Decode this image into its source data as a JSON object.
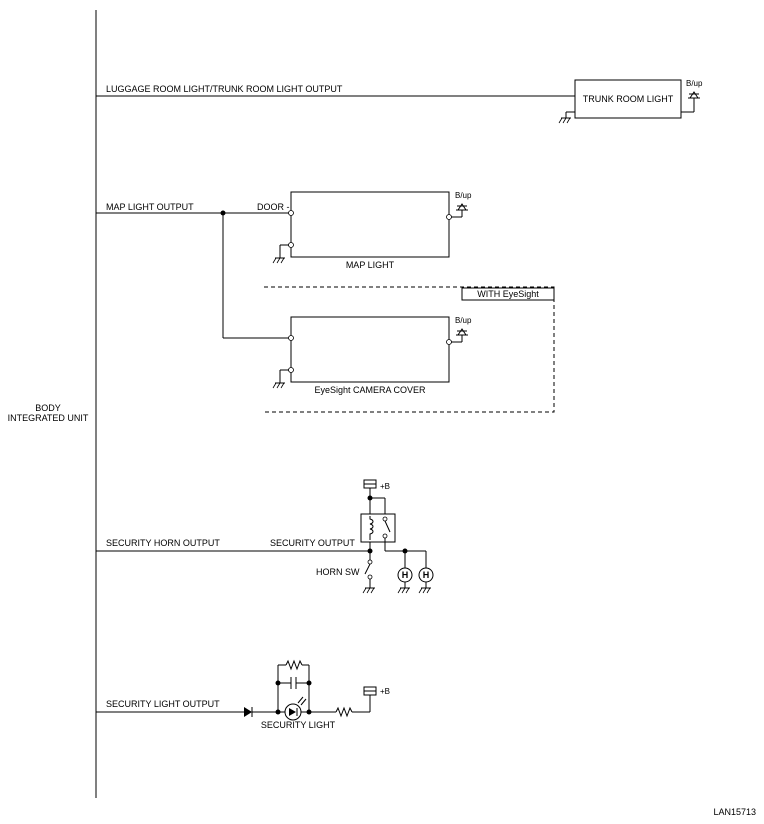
{
  "labels": {
    "body_unit_line1": "BODY",
    "body_unit_line2": "INTEGRATED UNIT",
    "luggage_output": "LUGGAGE ROOM LIGHT/TRUNK ROOM LIGHT OUTPUT",
    "trunk_room_light": "TRUNK ROOM LIGHT",
    "bup": "B/up",
    "map_light_output": "MAP LIGHT OUTPUT",
    "door": "DOOR -",
    "map_light": "MAP LIGHT",
    "with_eyesight": "WITH EyeSight",
    "eyesight_camera_cover": "EyeSight CAMERA COVER",
    "plus_b": "+B",
    "security_horn_output": "SECURITY HORN OUTPUT",
    "security_output": "SECURITY OUTPUT",
    "horn_sw": "HORN SW",
    "horn_symbol": "H",
    "security_light_output": "SECURITY LIGHT OUTPUT",
    "security_light": "SECURITY LIGHT",
    "diagram_id": "LAN15713"
  }
}
